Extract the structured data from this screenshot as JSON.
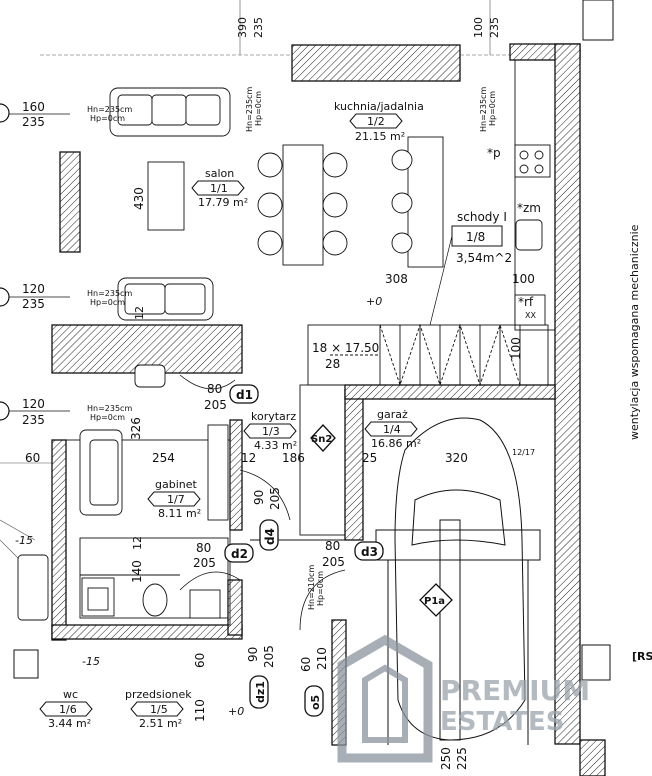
{
  "rooms": {
    "kitchen": {
      "name": "kuchnia/jadalnia",
      "code": "1/2",
      "area": "21.15 m²"
    },
    "salon": {
      "name": "salon",
      "code": "1/1",
      "area": "17.79 m²"
    },
    "stairs": {
      "name": "schody I",
      "code": "1/8",
      "area": "3,54m^2"
    },
    "corridor": {
      "name": "korytarz",
      "code": "1/3",
      "area": "4.33 m²"
    },
    "garage": {
      "name": "garaż",
      "code": "1/4",
      "area": "16.86 m²"
    },
    "office": {
      "name": "gabinet",
      "code": "1/7",
      "area": "8.11 m²"
    },
    "wc": {
      "name": "wc",
      "code": "1/6",
      "area": "3.44 m²"
    },
    "vestibule": {
      "name": "przedsionek",
      "code": "1/5",
      "area": "2.51 m²"
    }
  },
  "window_notes": {
    "w1": {
      "hn": "Hn=235cm",
      "hp": "Hp=0cm"
    },
    "w2": {
      "hn": "Hn=235cm",
      "hp": "Hp=0cm"
    },
    "w3": {
      "hn": "Hn=235cm",
      "hp": "Hp=0cm"
    },
    "w4": {
      "hn": "Hn=235cm",
      "hp": "Hp=0cm"
    },
    "w5": {
      "hn": "Hn=235cm",
      "hp": "Hp=0cm"
    },
    "w6": {
      "hn": "Hn=210cm",
      "hp": "Hp=0cm"
    }
  },
  "left_marks": {
    "m1": {
      "top": "160",
      "bottom": "235"
    },
    "m2": {
      "top": "120",
      "bottom": "235"
    },
    "m3": {
      "top": "120",
      "bottom": "235"
    }
  },
  "dimensions": {
    "top_390": "390",
    "top_235a": "235",
    "top_100": "100",
    "top_235b": "235",
    "d430": "430",
    "d12a": "12",
    "d326": "326",
    "d60": "60",
    "d254": "254",
    "d12b": "12",
    "d186": "186",
    "d25": "25",
    "d320": "320",
    "d308": "308",
    "d100a": "100",
    "d100b": "100",
    "d12c": "12",
    "d140": "140",
    "d80_205_a_top": "80",
    "d80_205_a_bot": "205",
    "d80_205_b_top": "80",
    "d80_205_b_bot": "205",
    "d80_205_c_top": "80",
    "d80_205_c_bot": "205",
    "d90_205_a_top": "90",
    "d90_205_a_bot": "205",
    "d90_205_b_top": "90",
    "d90_205_b_bot": "205",
    "d60b": "60",
    "d110": "110",
    "d60c": "60",
    "d210": "210",
    "d250": "250",
    "d225": "225",
    "stairs_steps": "18 × 17.50",
    "stairs_run": "28",
    "wall_12_17": "12/17"
  },
  "door_tags": {
    "d1": "d1",
    "d2": "d2",
    "d3": "d3",
    "d4": "d4",
    "dz1": "dz1",
    "o5": "o5",
    "sn2": "Sn2",
    "p1a": "P1a"
  },
  "symbols": {
    "p": "*p",
    "zm": "*zm",
    "rf": "*rf",
    "rf_sub": "XX"
  },
  "levels": {
    "l1": "+0",
    "l2": "-15",
    "l3": "-15",
    "l4": "+0"
  },
  "labels": {
    "ventilation": "wentylacja wspomagana mechanicznie",
    "rs": "[RS"
  },
  "watermark": {
    "line1": "PREMIUM",
    "line2": "ESTATES"
  }
}
